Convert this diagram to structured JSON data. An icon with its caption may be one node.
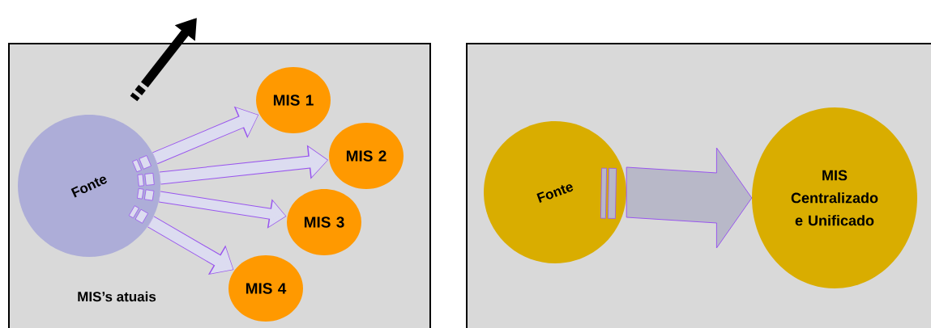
{
  "diagram": {
    "nodes": [
      {
        "text": [
          "MIS’s atuais"
        ]
      },
      {
        "text": [
          "Fonte"
        ],
        "in": 0
      },
      {
        "text": [
          "MIS 1"
        ],
        "in": 0
      },
      {
        "text": [
          "MIS 2"
        ],
        "in": 0
      },
      {
        "text": [
          "MIS 3"
        ],
        "in": 0
      },
      {
        "text": [
          "MIS 4"
        ],
        "in": 0
      },
      {
        "text": [],
        "shape": "box"
      },
      {
        "text": [
          "Fonte"
        ],
        "in": 6
      },
      {
        "text": [
          "MIS Centralizado e Unificado"
        ],
        "in": 6
      }
    ],
    "edges": [
      {
        "from": 1,
        "to": 2,
        "arrow": "to"
      },
      {
        "from": 1,
        "to": 3,
        "arrow": "to"
      },
      {
        "from": 1,
        "to": 4,
        "arrow": "to"
      },
      {
        "from": 1,
        "to": 5,
        "arrow": "to"
      },
      {
        "from": 7,
        "to": 8,
        "arrow": "to",
        "style": "thick"
      }
    ]
  }
}
